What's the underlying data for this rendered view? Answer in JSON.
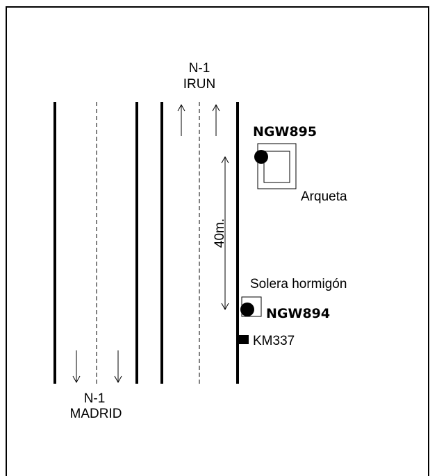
{
  "road": {
    "north": {
      "road_name": "N-1",
      "destination": "IRUN"
    },
    "south": {
      "road_name": "N-1",
      "destination": "MADRID"
    }
  },
  "markers": {
    "ngw895": {
      "code": "NGW895",
      "structure": "Arqueta"
    },
    "ngw894": {
      "code": "NGW894",
      "structure": "Solera hormigón"
    }
  },
  "distance": {
    "label": "40m."
  },
  "kilometer_post": {
    "label": "KM337"
  }
}
